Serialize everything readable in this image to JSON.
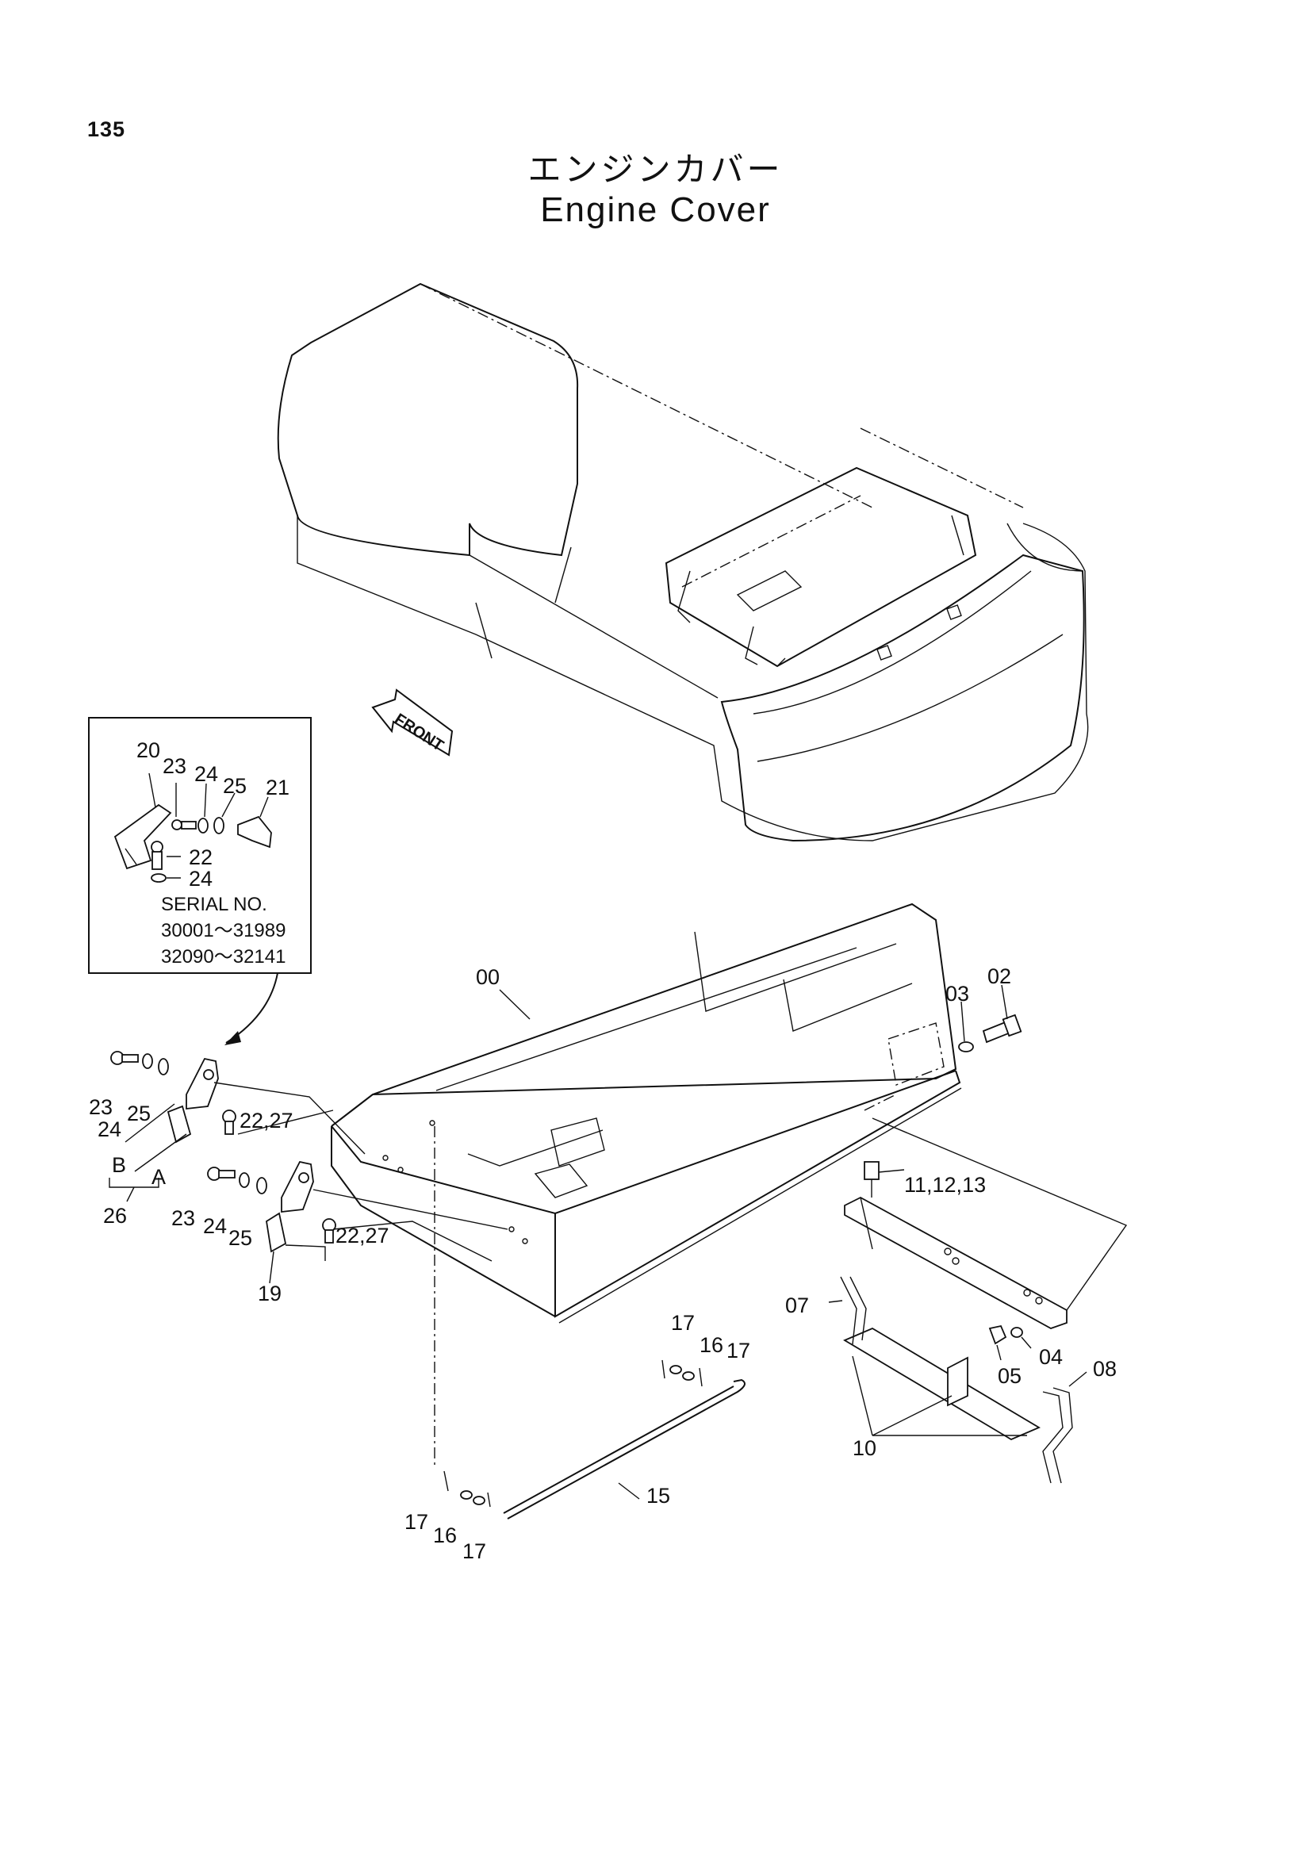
{
  "page_number": "135",
  "title_jp": "エンジンカバー",
  "title_en": "Engine Cover",
  "front_label": "FRONT",
  "inset": {
    "callouts": [
      "20",
      "23",
      "24",
      "25",
      "21",
      "22",
      "24"
    ],
    "serial_label": "SERIAL  NO.",
    "serial_ranges": [
      "30001～31989",
      "32090～32141"
    ]
  },
  "callouts": {
    "c00": "00",
    "c02": "02",
    "c03": "03",
    "c04": "04",
    "c05": "05",
    "c07": "07",
    "c08": "08",
    "c10": "10",
    "c111213": "11,12,13",
    "c15": "15",
    "c16a": "16",
    "c17a": "17",
    "c17b": "17",
    "c16b": "16",
    "c17c": "17",
    "c17d": "17",
    "c19": "19",
    "c2227a": "22,27",
    "c2227b": "22,27",
    "c23a": "23",
    "c24a": "24",
    "c25a": "25",
    "c23b": "23",
    "c24b": "24",
    "c25b": "25",
    "cA": "A",
    "cB": "B",
    "c26": "26"
  }
}
